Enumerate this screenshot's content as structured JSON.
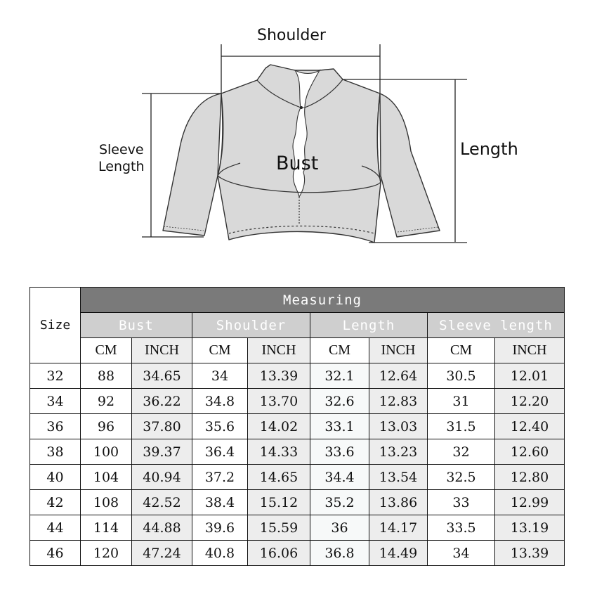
{
  "diagram": {
    "labels": {
      "shoulder": "Shoulder",
      "length": "Length",
      "sleeve_line1": "Sleeve",
      "sleeve_line2": "Length",
      "bust": "Bust"
    },
    "colors": {
      "garment_fill": "#d9d9d9",
      "outline": "#333333"
    }
  },
  "table": {
    "size_header": "Size",
    "measuring_header": "Measuring",
    "groups": [
      "Bust",
      "Shoulder",
      "Length",
      "Sleeve length"
    ],
    "units": [
      "CM",
      "INCH",
      "CM",
      "INCH",
      "CM",
      "INCH",
      "CM",
      "INCH"
    ],
    "rows": [
      [
        "32",
        "88",
        "34.65",
        "34",
        "13.39",
        "32.1",
        "12.64",
        "30.5",
        "12.01"
      ],
      [
        "34",
        "92",
        "36.22",
        "34.8",
        "13.70",
        "32.6",
        "12.83",
        "31",
        "12.20"
      ],
      [
        "36",
        "96",
        "37.80",
        "35.6",
        "14.02",
        "33.1",
        "13.03",
        "31.5",
        "12.40"
      ],
      [
        "38",
        "100",
        "39.37",
        "36.4",
        "14.33",
        "33.6",
        "13.23",
        "32",
        "12.60"
      ],
      [
        "40",
        "104",
        "40.94",
        "37.2",
        "14.65",
        "34.4",
        "13.54",
        "32.5",
        "12.80"
      ],
      [
        "42",
        "108",
        "42.52",
        "38.4",
        "15.12",
        "35.2",
        "13.86",
        "33",
        "12.99"
      ],
      [
        "44",
        "114",
        "44.88",
        "39.6",
        "15.59",
        "36",
        "14.17",
        "33.5",
        "13.19"
      ],
      [
        "46",
        "120",
        "47.24",
        "40.8",
        "16.06",
        "36.8",
        "14.49",
        "34",
        "13.39"
      ]
    ],
    "colors": {
      "measuring_bg": "#7a7a7a",
      "group_bg": "#cfcfcf",
      "inch_bg": "#ededed",
      "header_text": "#ffffff"
    }
  }
}
